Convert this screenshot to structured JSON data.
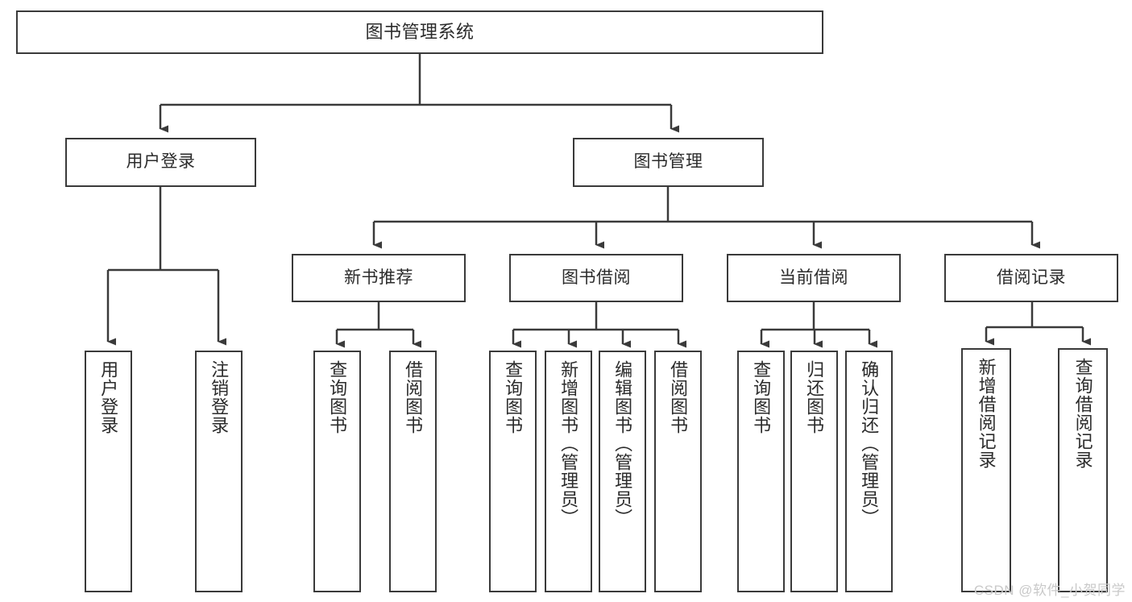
{
  "diagram": {
    "title": "图书管理系统",
    "type": "功能结构图",
    "watermark": "CSDN @软件_小贺同学",
    "colors": {
      "box_border": "#3a3a3a",
      "box_fill": "#ffffff",
      "connector": "#3a3a3a",
      "text": "#2b2b2b",
      "watermark": "#c9c9c9",
      "background": "#ffffff"
    },
    "nodes": {
      "root": {
        "label": "图书管理系统",
        "level": 1,
        "orientation": "horizontal"
      },
      "user_login": {
        "label": "用户登录",
        "level": 2,
        "orientation": "horizontal"
      },
      "book_manage": {
        "label": "图书管理",
        "level": 2,
        "orientation": "horizontal"
      },
      "new_book_rec": {
        "label": "新书推荐",
        "level": 3,
        "orientation": "horizontal"
      },
      "book_borrow": {
        "label": "图书借阅",
        "level": 3,
        "orientation": "horizontal"
      },
      "current_borrow": {
        "label": "当前借阅",
        "level": 3,
        "orientation": "horizontal"
      },
      "borrow_record": {
        "label": "借阅记录",
        "level": 3,
        "orientation": "horizontal"
      },
      "leaf_user_login": {
        "label": "用户登录",
        "level": 3,
        "orientation": "vertical"
      },
      "leaf_logout": {
        "label": "注销登录",
        "level": 3,
        "orientation": "vertical"
      },
      "leaf_query_book_1": {
        "label": "查询图书",
        "level": 4,
        "orientation": "vertical"
      },
      "leaf_borrow_book_1": {
        "label": "借阅图书",
        "level": 4,
        "orientation": "vertical"
      },
      "leaf_query_book_2": {
        "label": "查询图书",
        "level": 4,
        "orientation": "vertical"
      },
      "leaf_add_book": {
        "label": "新增图书（管理员）",
        "level": 4,
        "orientation": "vertical"
      },
      "leaf_edit_book": {
        "label": "编辑图书（管理员）",
        "level": 4,
        "orientation": "vertical"
      },
      "leaf_borrow_book_2": {
        "label": "借阅图书",
        "level": 4,
        "orientation": "vertical"
      },
      "leaf_query_book_3": {
        "label": "查询图书",
        "level": 4,
        "orientation": "vertical"
      },
      "leaf_return_book": {
        "label": "归还图书",
        "level": 4,
        "orientation": "vertical"
      },
      "leaf_confirm_return": {
        "label": "确认归还（管理员）",
        "level": 4,
        "orientation": "vertical"
      },
      "leaf_add_record": {
        "label": "新增借阅记录",
        "level": 4,
        "orientation": "vertical"
      },
      "leaf_query_record": {
        "label": "查询借阅记录",
        "level": 4,
        "orientation": "vertical"
      }
    },
    "edges": [
      {
        "from": "root",
        "to": "user_login"
      },
      {
        "from": "root",
        "to": "book_manage"
      },
      {
        "from": "user_login",
        "to": "leaf_user_login"
      },
      {
        "from": "user_login",
        "to": "leaf_logout"
      },
      {
        "from": "book_manage",
        "to": "new_book_rec"
      },
      {
        "from": "book_manage",
        "to": "book_borrow"
      },
      {
        "from": "book_manage",
        "to": "current_borrow"
      },
      {
        "from": "book_manage",
        "to": "borrow_record"
      },
      {
        "from": "new_book_rec",
        "to": "leaf_query_book_1"
      },
      {
        "from": "new_book_rec",
        "to": "leaf_borrow_book_1"
      },
      {
        "from": "book_borrow",
        "to": "leaf_query_book_2"
      },
      {
        "from": "book_borrow",
        "to": "leaf_add_book"
      },
      {
        "from": "book_borrow",
        "to": "leaf_edit_book"
      },
      {
        "from": "book_borrow",
        "to": "leaf_borrow_book_2"
      },
      {
        "from": "current_borrow",
        "to": "leaf_query_book_3"
      },
      {
        "from": "current_borrow",
        "to": "leaf_return_book"
      },
      {
        "from": "current_borrow",
        "to": "leaf_confirm_return"
      },
      {
        "from": "borrow_record",
        "to": "leaf_add_record"
      },
      {
        "from": "borrow_record",
        "to": "leaf_query_record"
      }
    ]
  }
}
